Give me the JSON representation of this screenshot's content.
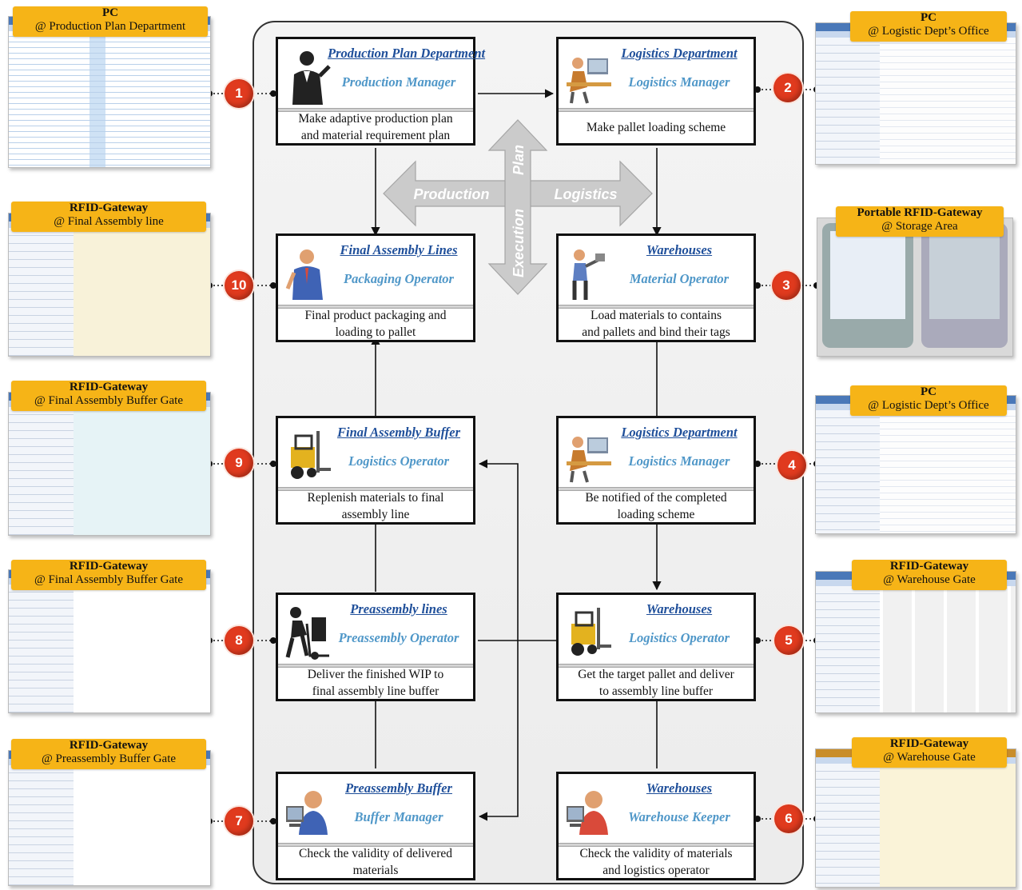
{
  "roles": [
    {
      "id": "r1",
      "dept": "Production Plan Department",
      "role": "Production Manager",
      "task": "Make adaptive production plan\nand material requirement plan",
      "figure": "businessman-icon"
    },
    {
      "id": "r2",
      "dept": "Logistics Department",
      "role": "Logistics Manager",
      "task": "Make pallet loading scheme",
      "figure": "office-worker-icon"
    },
    {
      "id": "r3",
      "dept": "Warehouses",
      "role": "Material Operator",
      "task": "Load materials to contains\nand pallets and bind their tags",
      "figure": "worker-icon"
    },
    {
      "id": "r4",
      "dept": "Logistics Department",
      "role": "Logistics Manager",
      "task": "Be notified of the completed\nloading scheme",
      "figure": "office-worker-icon"
    },
    {
      "id": "r5",
      "dept": "Warehouses",
      "role": "Logistics Operator",
      "task": "Get the target pallet and deliver\nto assembly line buffer",
      "figure": "forklift-icon"
    },
    {
      "id": "r6",
      "dept": "Warehouses",
      "role": "Warehouse Keeper",
      "task": "Check the validity of materials\nand logistics operator",
      "figure": "user-computer-icon"
    },
    {
      "id": "r7",
      "dept": "Preassembly Buffer",
      "role": "Buffer Manager",
      "task": "Check the validity of delivered\nmaterials",
      "figure": "user-computer-icon"
    },
    {
      "id": "r8",
      "dept": "Preassembly lines",
      "role": "Preassembly Operator",
      "task": "Deliver the finished WIP to\nfinal assembly line buffer",
      "figure": "hand-truck-icon"
    },
    {
      "id": "r9",
      "dept": "Final Assembly Buffer",
      "role": "Logistics Operator",
      "task": "Replenish materials to final\nassembly line",
      "figure": "forklift-icon"
    },
    {
      "id": "r10",
      "dept": "Final Assembly Lines",
      "role": "Packaging Operator",
      "task": "Final product packaging and\nloading to pallet",
      "figure": "phone-worker-icon"
    }
  ],
  "devices": [
    {
      "num": "1",
      "title": "PC",
      "location": "@ Production Plan Department"
    },
    {
      "num": "2",
      "title": "PC",
      "location": "@ Logistic Dept’s Office"
    },
    {
      "num": "3",
      "title": "Portable RFID-Gateway",
      "location": "@ Storage Area"
    },
    {
      "num": "4",
      "title": "PC",
      "location": "@ Logistic Dept’s Office"
    },
    {
      "num": "5",
      "title": "RFID-Gateway",
      "location": "@ Warehouse Gate"
    },
    {
      "num": "6",
      "title": "RFID-Gateway",
      "location": "@ Warehouse Gate"
    },
    {
      "num": "7",
      "title": "RFID-Gateway",
      "location": "@ Preassembly Buffer Gate"
    },
    {
      "num": "8",
      "title": "RFID-Gateway",
      "location": "@ Final Assembly Buffer Gate"
    },
    {
      "num": "9",
      "title": "RFID-Gateway",
      "location": "@ Final Assembly Buffer Gate"
    },
    {
      "num": "10",
      "title": "RFID-Gateway",
      "location": "@ Final Assembly line"
    }
  ],
  "cross_arrows": {
    "left": "Production",
    "right": "Logistics",
    "top": "Plan",
    "bottom": "Execution"
  },
  "colors": {
    "circle": "#e03a1e",
    "label": "#f6b417",
    "dept": "#1f4f9a",
    "role": "#4f97c8",
    "cross": "#c9c9c9"
  }
}
